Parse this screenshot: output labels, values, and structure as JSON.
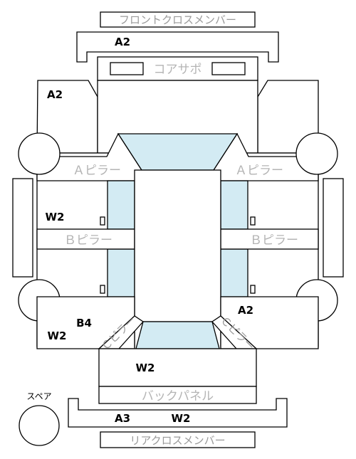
{
  "parts": {
    "front_cross_member": "フロントクロスメンバー",
    "core_support": "コアサポ",
    "a_pillar_left": "Ａピラー",
    "a_pillar_right": "Ａピラー",
    "b_pillar_left": "Ｂピラー",
    "b_pillar_right": "Ｂピラー",
    "c_pillar_left": "Ｃピラー",
    "c_pillar_right": "Ｃピラー",
    "back_panel": "バックパネル",
    "rear_cross_member": "リアクロスメンバー",
    "spare": "スペア"
  },
  "grades": {
    "front_cross_member": "A2",
    "front_left": "A2",
    "left_center": "W2",
    "rear_left_b4": "B4",
    "rear_left_w2": "W2",
    "rear_right": "A2",
    "trunk": "W2",
    "rear_cross_a3": "A3",
    "rear_cross_w2": "W2"
  },
  "colors": {
    "glass": "#d3ebf3",
    "label_gray": "#b4b4b4",
    "outline": "#000000"
  }
}
